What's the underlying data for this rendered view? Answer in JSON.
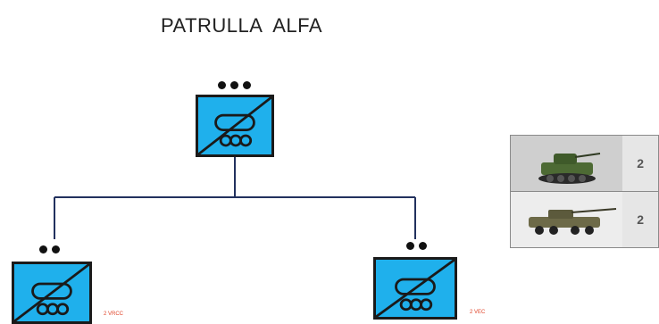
{
  "title": "PATRULLA  ALFA",
  "units": [
    {
      "echelon": "•••",
      "note": ""
    },
    {
      "echelon": "••",
      "note": "2 VRCC"
    },
    {
      "echelon": "••",
      "note": "2 VEC"
    }
  ],
  "equipment": [
    {
      "vehicle": "tracked-vehicle",
      "quantity": "2"
    },
    {
      "vehicle": "wheeled-vehicle",
      "quantity": "2"
    }
  ],
  "colors": {
    "unit_fill": "#1fb0ec",
    "note": "#e0442a"
  }
}
